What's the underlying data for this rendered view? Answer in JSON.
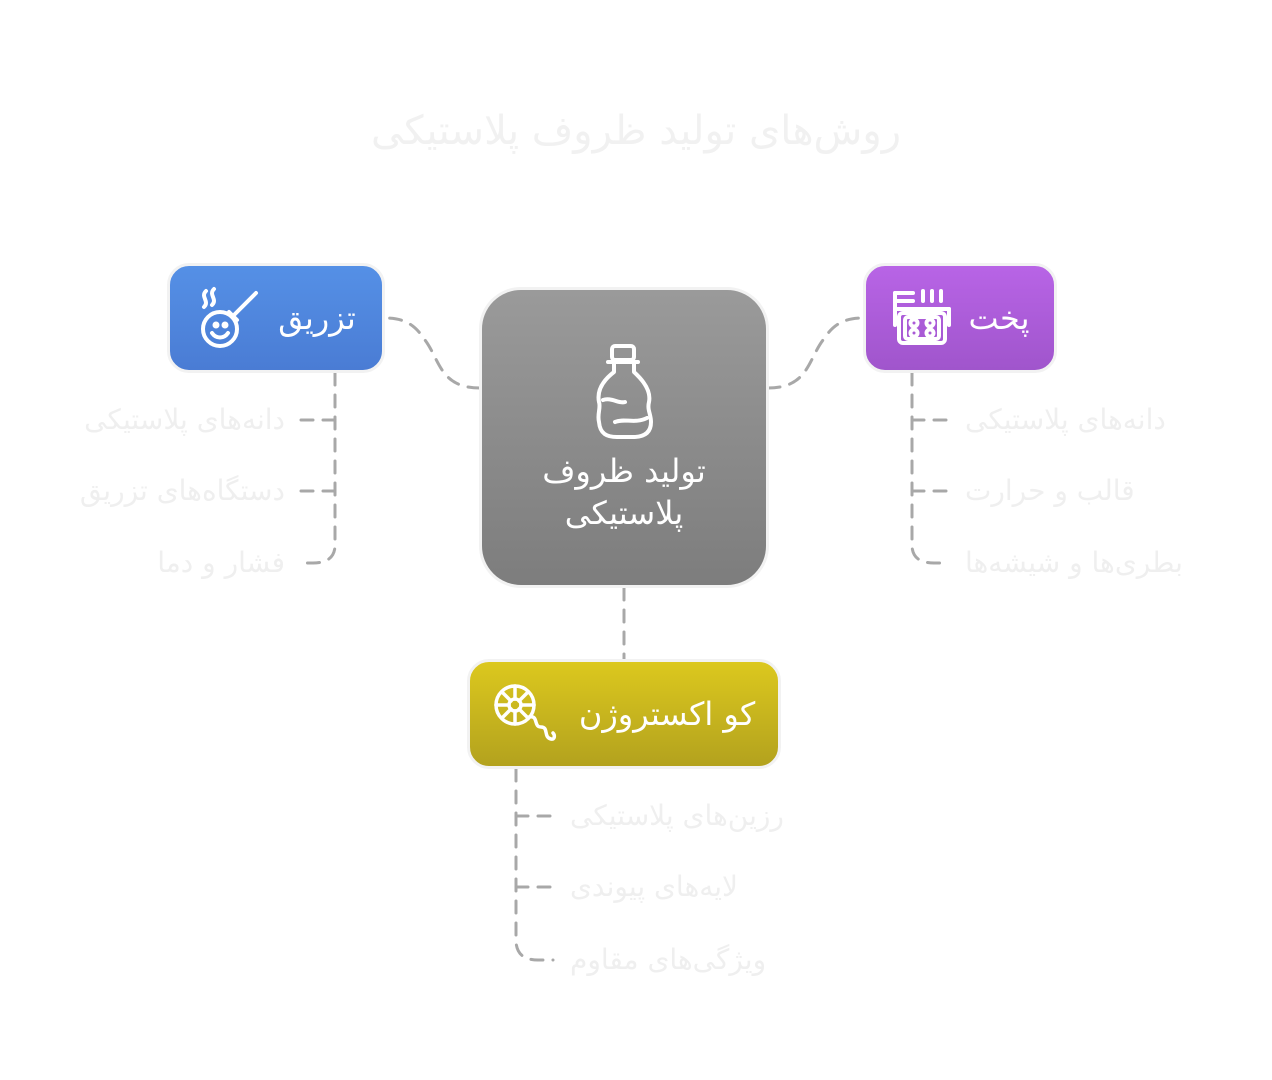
{
  "title": "روش‌های تولید ظروف پلاستیکی",
  "center": {
    "label": "تولید ظروف پلاستیکی",
    "icon": "bottle-icon"
  },
  "branches": [
    {
      "label": "تزریق",
      "icon": "injection-icon",
      "color": "#4f86dd",
      "items": [
        "دانه‌های پلاستیکی",
        "دستگاه‌های تزریق",
        "فشار و دما"
      ]
    },
    {
      "label": "پخت",
      "icon": "oven-icon",
      "color": "#ad5cd9",
      "items": [
        "دانه‌های پلاستیکی",
        "قالب و حرارت",
        "بطری‌ها و شیشه‌ها"
      ]
    },
    {
      "label": "کو اکستروژن",
      "icon": "extruder-wheel-icon",
      "color": "#c8b41e",
      "items": [
        "رزین‌های پلاستیکی",
        "لایه‌های پیوندی",
        "ویژگی‌های مقاوم"
      ]
    }
  ],
  "colors": {
    "connector": "#a8a8a8",
    "faded_text": "#efefef"
  }
}
